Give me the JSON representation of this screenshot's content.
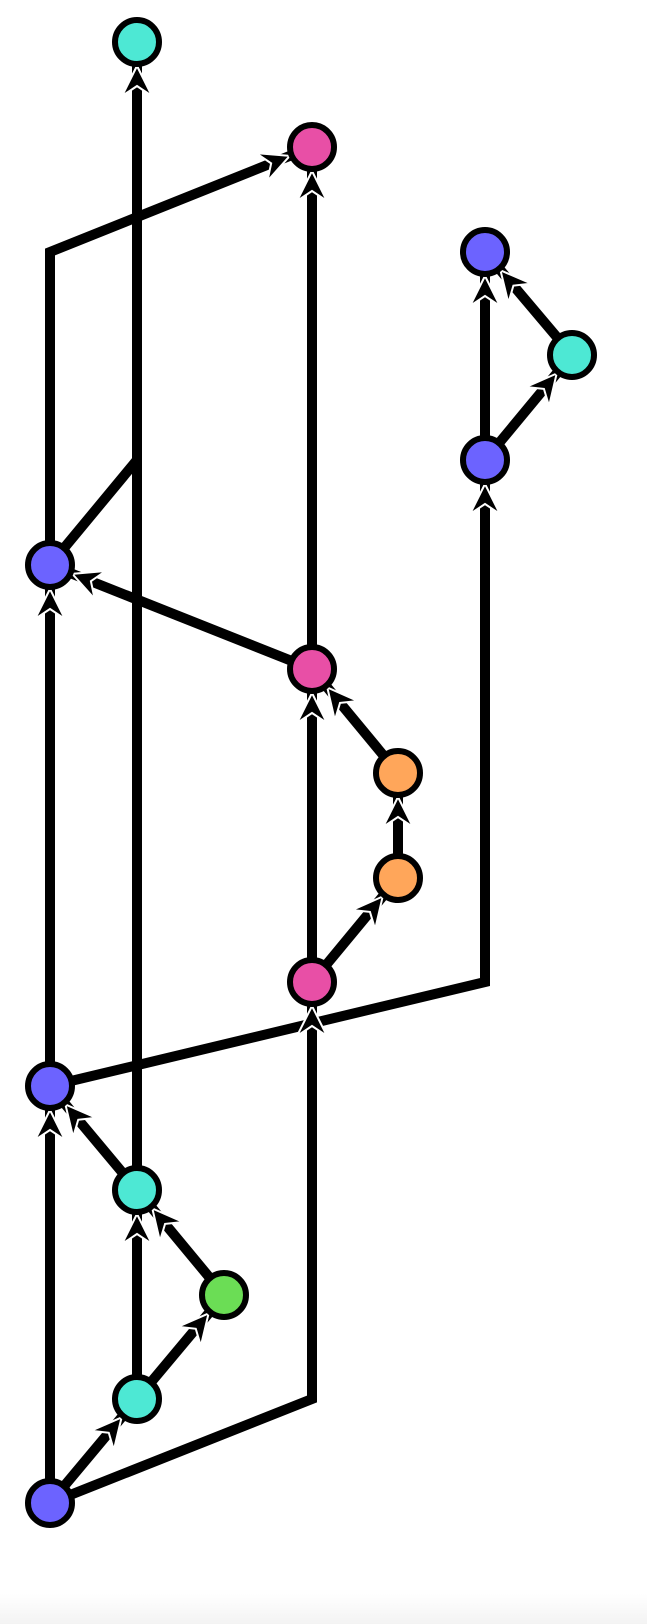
{
  "colors": {
    "blue": "#6c63ff",
    "teal": "#4de8d4",
    "pink": "#e84fa6",
    "orange": "#ffa65a",
    "green": "#6bdd55",
    "edge": "#000000"
  },
  "nodes": [
    {
      "id": "n1",
      "color": "teal"
    },
    {
      "id": "n2",
      "color": "pink"
    },
    {
      "id": "n3",
      "color": "blue"
    },
    {
      "id": "n4",
      "color": "teal"
    },
    {
      "id": "n5",
      "color": "blue"
    },
    {
      "id": "n6",
      "color": "blue"
    },
    {
      "id": "n7",
      "color": "pink"
    },
    {
      "id": "n8",
      "color": "orange"
    },
    {
      "id": "n9",
      "color": "orange"
    },
    {
      "id": "n10",
      "color": "pink"
    },
    {
      "id": "n11",
      "color": "blue"
    },
    {
      "id": "n12",
      "color": "teal"
    },
    {
      "id": "n13",
      "color": "green"
    },
    {
      "id": "n14",
      "color": "teal"
    },
    {
      "id": "n15",
      "color": "blue"
    }
  ],
  "edges": [
    {
      "from": "n15",
      "to": "n11"
    },
    {
      "from": "n15",
      "to": "n14"
    },
    {
      "from": "n15",
      "to": "n10"
    },
    {
      "from": "n14",
      "to": "n12"
    },
    {
      "from": "n14",
      "to": "n13"
    },
    {
      "from": "n13",
      "to": "n12"
    },
    {
      "from": "n12",
      "to": "n11"
    },
    {
      "from": "n12",
      "to": "n1"
    },
    {
      "from": "n11",
      "to": "n5"
    },
    {
      "from": "n11",
      "to": "n6"
    },
    {
      "from": "n10",
      "to": "n9"
    },
    {
      "from": "n9",
      "to": "n8"
    },
    {
      "from": "n8",
      "to": "n7"
    },
    {
      "from": "n10",
      "to": "n7"
    },
    {
      "from": "n7",
      "to": "n6"
    },
    {
      "from": "n7",
      "to": "n2"
    },
    {
      "from": "n6",
      "to": "n1"
    },
    {
      "from": "n6",
      "to": "n2"
    },
    {
      "from": "n5",
      "to": "n3"
    },
    {
      "from": "n5",
      "to": "n4"
    },
    {
      "from": "n4",
      "to": "n3"
    }
  ]
}
